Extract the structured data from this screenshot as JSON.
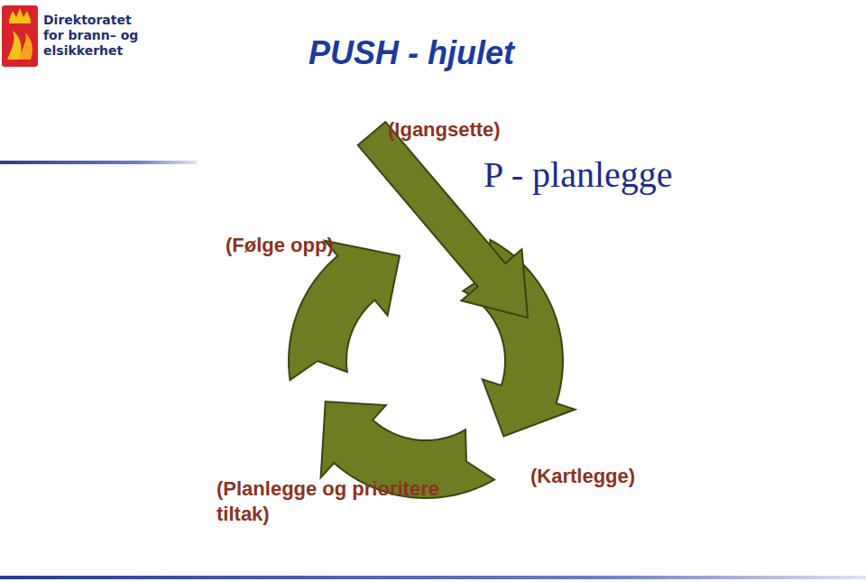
{
  "diagram": {
    "title": "PUSH - hjulet",
    "labels": [
      "Direktoratet for brann– og elsikkerhet",
      "(Igangsette)",
      "P - planlegge",
      "(Følge opp)",
      "(Planlegge og prioritere tiltak)",
      "(Kartlegge)"
    ]
  }
}
